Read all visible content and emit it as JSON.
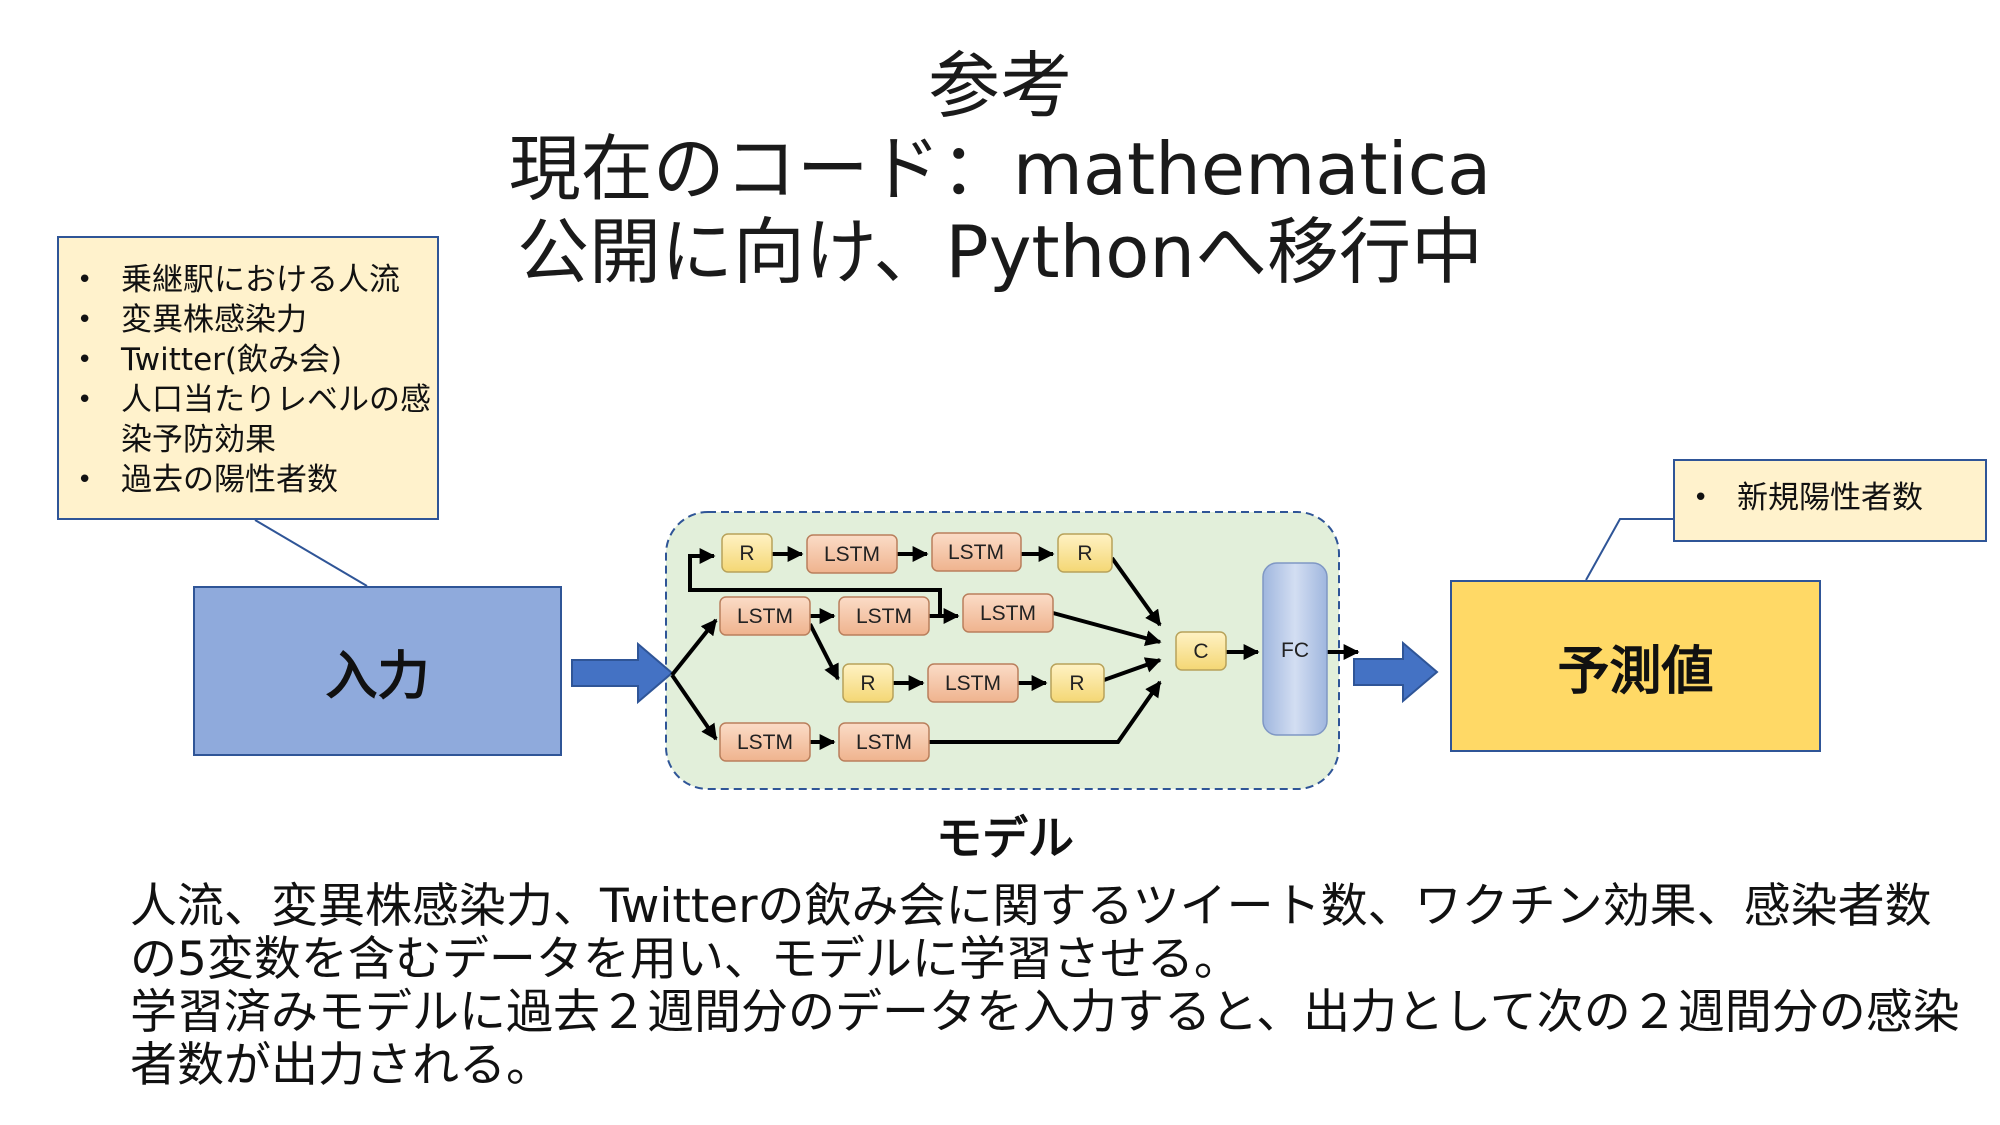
{
  "title": {
    "line1": "参考",
    "line2": "現在のコード：mathematica",
    "line3": "公開に向け、Pythonへ移行中"
  },
  "inputs_callout": {
    "items": [
      "乗継駅における人流",
      "変異株感染力",
      "Twitter(飲み会)",
      "人口当たりレベルの感染予防効果",
      "過去の陽性者数"
    ]
  },
  "input_box": {
    "label": "入力"
  },
  "output_callout": {
    "items": [
      "新規陽性者数"
    ]
  },
  "prediction_box": {
    "label": "予測値"
  },
  "model": {
    "caption": "モデル",
    "nodes": {
      "r_top_1": "R",
      "lstm_top_1": "LSTM",
      "lstm_top_2": "LSTM",
      "r_top_2": "R",
      "lstm_b2_1": "LSTM",
      "lstm_b2_2": "LSTM",
      "lstm_b2_3": "LSTM",
      "r_b3_1": "R",
      "lstm_b3_1": "LSTM",
      "r_b3_2": "R",
      "lstm_b4_1": "LSTM",
      "lstm_b4_2": "LSTM",
      "concat": "C",
      "fc": "FC"
    }
  },
  "description": {
    "paragraph1": "人流、変異株感染力、Twitterの飲み会に関するツイート数、ワクチン効果、感染者数の5変数を含むデータを用い、モデルに学習させる。",
    "paragraph2": "学習済みモデルに過去２週間分のデータを入力すると、出力として次の２週間分の感染者数が出力される。"
  },
  "colors": {
    "input_fill": "#8faadc",
    "prediction_fill": "#ffd966",
    "callout_fill": "#fff2cc",
    "model_region_fill": "#e2efda",
    "lstm_fill": "#f8cbad",
    "r_fill": "#ffe699",
    "fc_fill": "#b4c7e7",
    "arrow_blue": "#4472c4"
  }
}
